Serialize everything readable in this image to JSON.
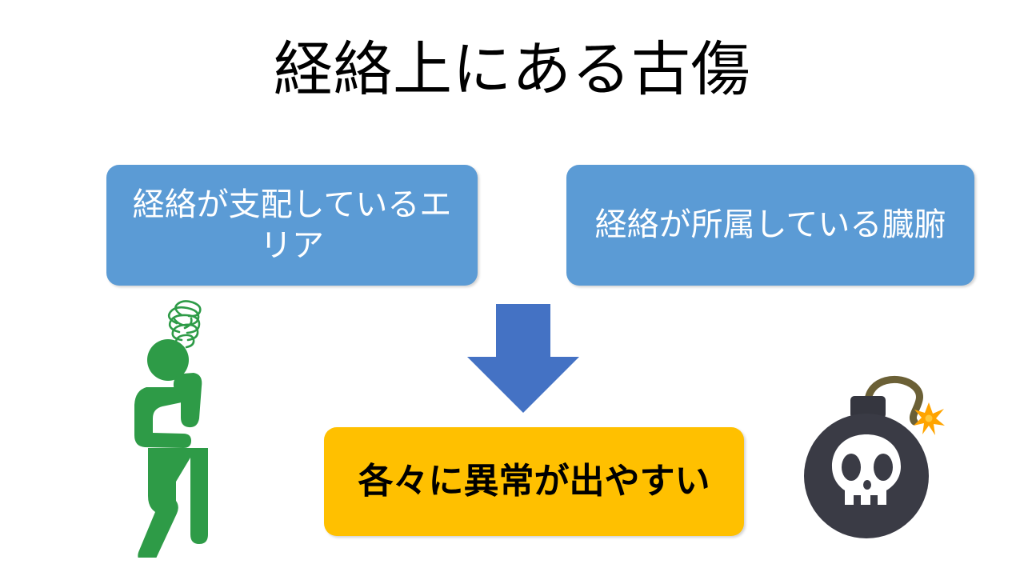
{
  "slide": {
    "title": "経絡上にある古傷",
    "background_color": "#FFFFFF"
  },
  "boxes": [
    {
      "id": "area",
      "label": "経絡が支配しているエリア",
      "fill_color": "#5B9BD5",
      "text_color": "#FFFFFF"
    },
    {
      "id": "organ",
      "label": "経絡が所属している臓腑",
      "fill_color": "#5B9BD5",
      "text_color": "#FFFFFF"
    },
    {
      "id": "result",
      "label": "各々に異常が出やすい",
      "fill_color": "#FFC000",
      "text_color": "#000000"
    }
  ],
  "arrow": {
    "name": "down-arrow",
    "direction": "down",
    "color": "#4472C4"
  },
  "illustrations": [
    {
      "name": "person-thinking-pictogram",
      "color": "#2E9B47",
      "description": "scribble-cloud"
    },
    {
      "name": "bomb-with-skull",
      "body_color": "#3A3B45",
      "skull_color": "#FFFFFF",
      "fuse_color": "#6B6036",
      "spark_color": "#FFA400"
    }
  ],
  "colors": {
    "blue_box": "#5B9BD5",
    "arrow_blue": "#4472C4",
    "yellow_box": "#FFC000",
    "person_green": "#2E9B47",
    "bomb_dark": "#3A3B45",
    "spark_orange": "#FFA400",
    "fuse_olive": "#6B6036"
  }
}
